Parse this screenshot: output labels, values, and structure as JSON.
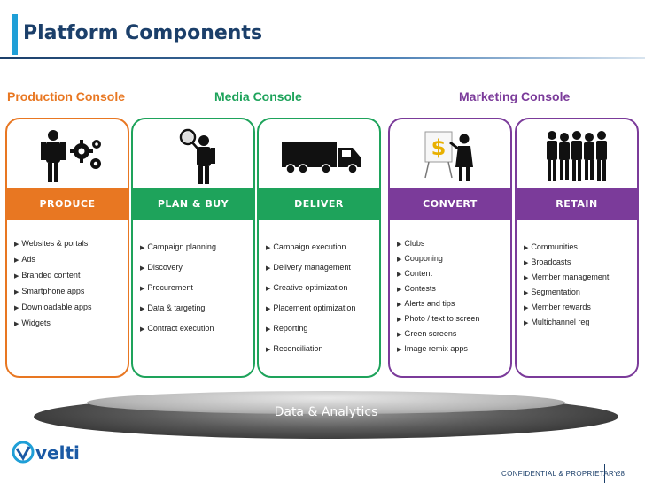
{
  "slide": {
    "title": "Platform Components"
  },
  "consoles": [
    {
      "label": "Production Console",
      "color": "#e87722"
    },
    {
      "label": "Media Console",
      "color": "#1ea35b"
    },
    {
      "label": "Marketing Console",
      "color": "#7b3b9a"
    }
  ],
  "columns": [
    {
      "header": "PRODUCE",
      "color": "#e87722",
      "icon": "person-gears-icon",
      "items": [
        "Websites & portals",
        "Ads",
        "Branded content",
        "Smartphone apps",
        "Downloadable apps",
        "Widgets"
      ]
    },
    {
      "header": "PLAN & BUY",
      "color": "#1ea35b",
      "icon": "person-magnifier-icon",
      "items": [
        "Campaign planning",
        "Discovery",
        "Procurement",
        "Data & targeting",
        "Contract execution"
      ]
    },
    {
      "header": "DELIVER",
      "color": "#1ea35b",
      "icon": "truck-icon",
      "items": [
        "Campaign execution",
        "Delivery management",
        "Creative optimization",
        "Placement optimization",
        "Reporting",
        "Reconciliation"
      ]
    },
    {
      "header": "CONVERT",
      "color": "#7b3b9a",
      "icon": "person-dollar-board-icon",
      "items": [
        "Clubs",
        "Couponing",
        "Content",
        "Contests",
        "Alerts and tips",
        "Photo / text to screen",
        "Green screens",
        "Image remix apps"
      ]
    },
    {
      "header": "RETAIN",
      "color": "#7b3b9a",
      "icon": "group-people-icon",
      "items": [
        "Communities",
        "Broadcasts",
        "Member management",
        "Segmentation",
        "Member rewards",
        "Multichannel reg"
      ]
    }
  ],
  "analytics": {
    "label": "Data & Analytics"
  },
  "footer": {
    "logo": "velti",
    "confidential": "CONFIDENTIAL & PROPRIETARY",
    "page": "28"
  }
}
